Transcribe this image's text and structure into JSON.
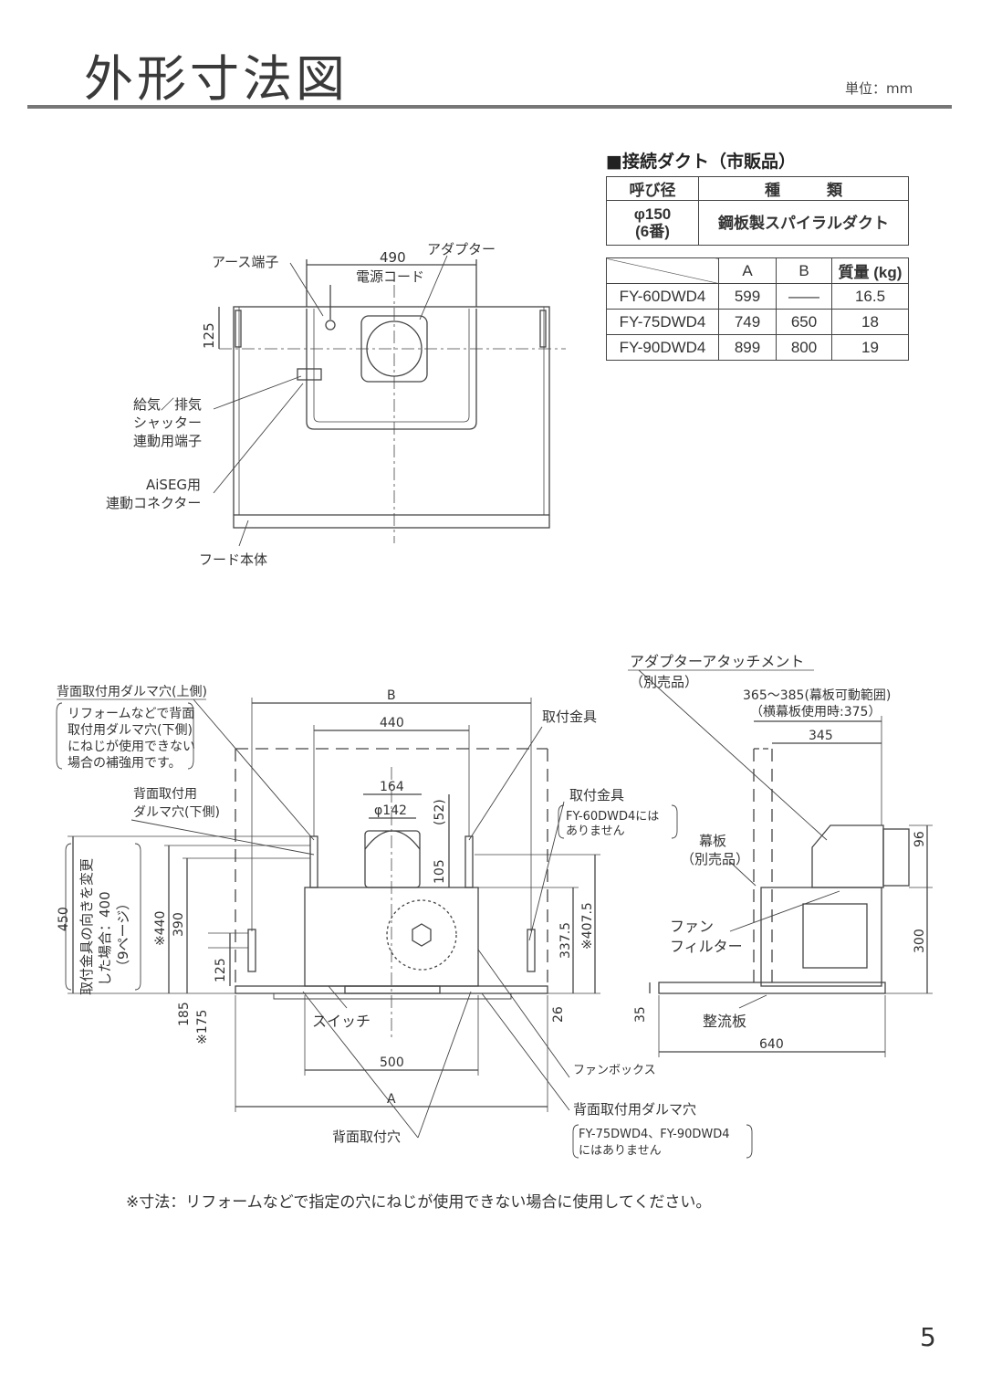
{
  "header": {
    "title": "外形寸法図",
    "unit": "単位：mm"
  },
  "duct_table": {
    "heading": "■接続ダクト（市販品）",
    "col_diameter": "呼び径",
    "col_type": "種　　　類",
    "diameter_line1": "φ150",
    "diameter_line2": "(6番)",
    "type_value": "鋼板製スパイラルダクト"
  },
  "spec_table": {
    "headers": [
      "",
      "A",
      "B",
      "質量 (kg)"
    ],
    "rows": [
      {
        "model": "FY-60DWD4",
        "a": "599",
        "b": "——",
        "mass": "16.5"
      },
      {
        "model": "FY-75DWD4",
        "a": "749",
        "b": "650",
        "mass": "18"
      },
      {
        "model": "FY-90DWD4",
        "a": "899",
        "b": "800",
        "mass": "19"
      }
    ]
  },
  "top_view": {
    "earth": "アース端子",
    "power_cord": "電源コード",
    "adapter": "アダプター",
    "dim_490": "490",
    "dim_125": "125",
    "shutter_1": "給気／排気",
    "shutter_2": "シャッター",
    "shutter_3": "連動用端子",
    "aiseg_1": "AiSEG用",
    "aiseg_2": "連動コネクター",
    "hood_body": "フード本体"
  },
  "front_view": {
    "upper_hole": "背面取付用ダルマ穴(上側)",
    "note_1": "リフォームなどで背面",
    "note_2": "取付用ダルマ穴(下側)",
    "note_3": "にねじが使用できない",
    "note_4": "場合の補強用です。",
    "lower_hole_1": "背面取付用",
    "lower_hole_2": "ダルマ穴(下側)",
    "bracket_top": "取付金具",
    "bracket": "取付金具",
    "bracket_note_1": "FY-60DWD4には",
    "bracket_note_2": "ありません",
    "dim_b": "B",
    "dim_440": "440",
    "dim_164": "164",
    "dim_142": "φ142",
    "dim_52": "(52)",
    "dim_105": "105",
    "dim_450": "450",
    "rotate_1": "取付金具の向きを変更",
    "rotate_2": "した場合：400",
    "rotate_3": "（9ページ）",
    "dim_x440": "※440",
    "dim_390": "390",
    "dim_125": "125",
    "dim_185": "185",
    "dim_x175": "※175",
    "dim_3375": "337.5",
    "dim_x4075": "※407.5",
    "dim_26": "26",
    "switch": "スイッチ",
    "dim_500": "500",
    "dim_a": "A",
    "fan_box": "ファンボックス",
    "back_hole": "背面取付用ダルマ穴",
    "back_hole_note_1": "FY-75DWD4、FY-90DWD4",
    "back_hole_note_2": "にはありません",
    "back_mount_hole": "背面取付穴"
  },
  "side_view": {
    "attach_1": "アダプターアタッチメント",
    "attach_2": "（別売品）",
    "range_1": "365〜385(幕板可動範囲)",
    "range_2": "（横幕板使用時:375）",
    "dim_345": "345",
    "curtain_1": "幕板",
    "curtain_2": "（別売品）",
    "fan_1": "ファン",
    "fan_2": "フィルター",
    "dim_96": "96",
    "dim_300": "300",
    "dim_35": "35",
    "rectifier": "整流板",
    "dim_640": "640"
  },
  "footnote": "※寸法：リフォームなどで指定の穴にねじが使用できない場合に使用してください。",
  "page_number": "5"
}
